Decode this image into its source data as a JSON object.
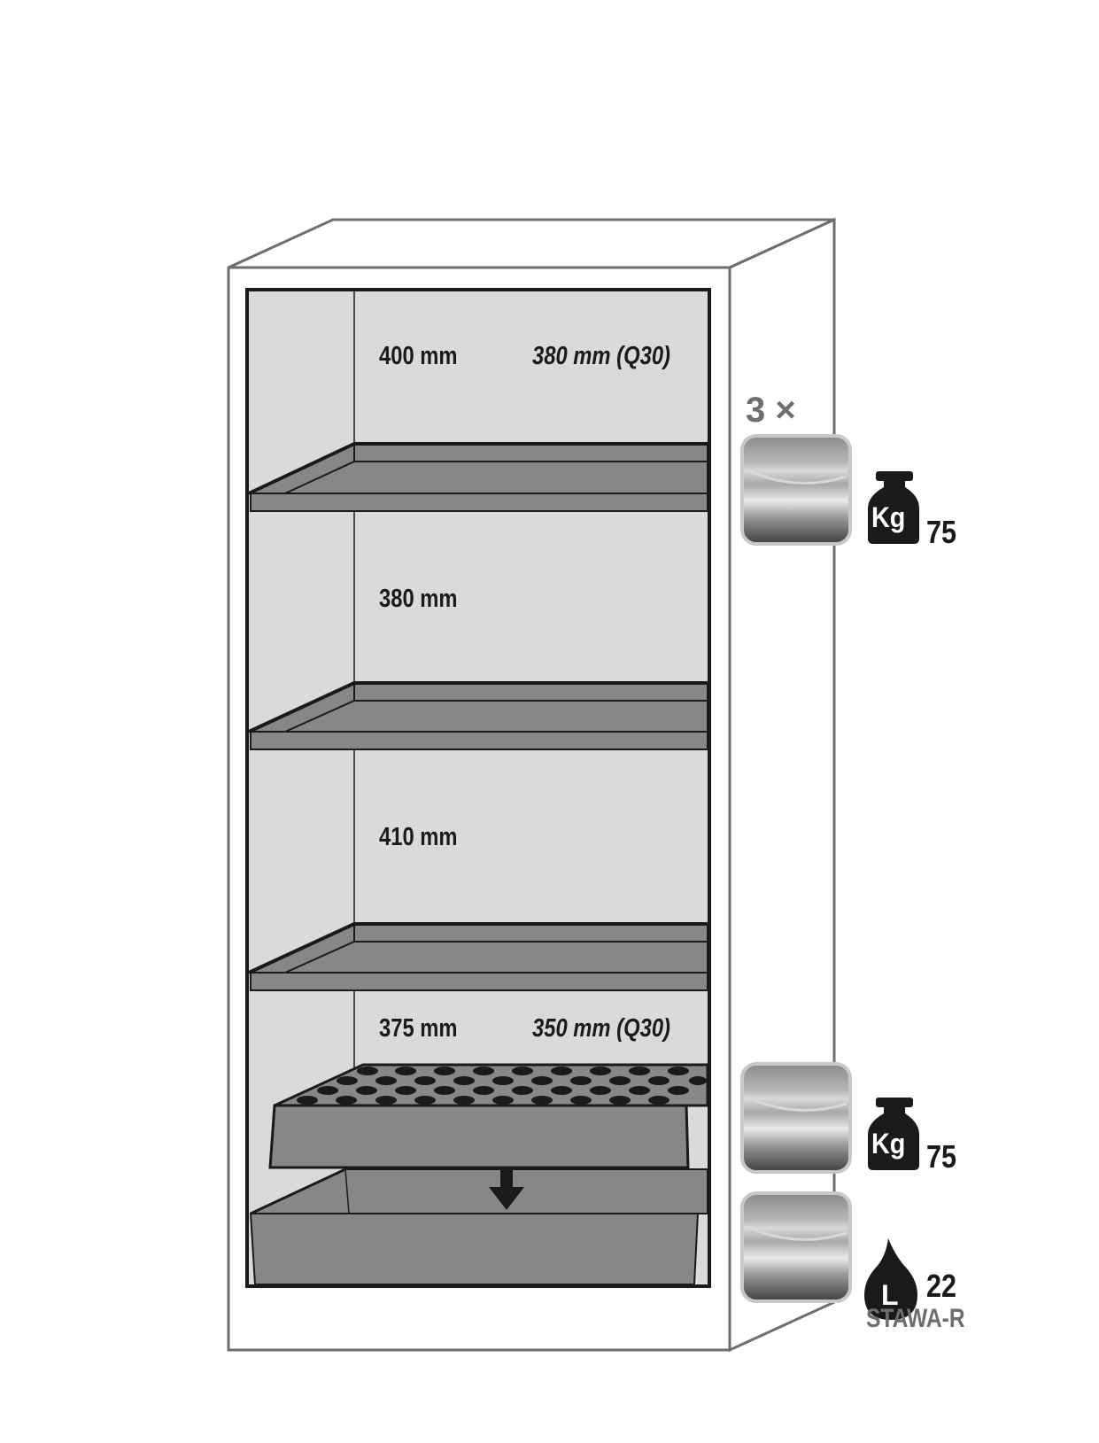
{
  "diagram": {
    "type": "safety-cabinet-interior-layout",
    "compartments": [
      {
        "height_label": "400 mm",
        "alt_height_label": "380 mm (Q30)"
      },
      {
        "height_label": "380 mm"
      },
      {
        "height_label": "410 mm"
      },
      {
        "height_label": "375 mm",
        "alt_height_label": "350 mm (Q30)"
      }
    ],
    "shelves": {
      "count_label": "3 ×",
      "load_icon": "weight-kg-icon",
      "load_icon_text": "Kg",
      "load_value": "75"
    },
    "perforated_insert": {
      "load_icon": "weight-kg-icon",
      "load_icon_text": "Kg",
      "load_value": "75"
    },
    "sump": {
      "volume_icon": "liquid-drop-icon",
      "volume_icon_text": "L",
      "volume_value": "22",
      "model": "STAWA-R"
    },
    "colors": {
      "outline": "#1a1a1a",
      "cabinet_edge": "#6e6e6e",
      "interior": "#dadada",
      "shelf": "#878787",
      "label": "#1a1a1a",
      "muted_label": "#6e6e6e"
    }
  }
}
